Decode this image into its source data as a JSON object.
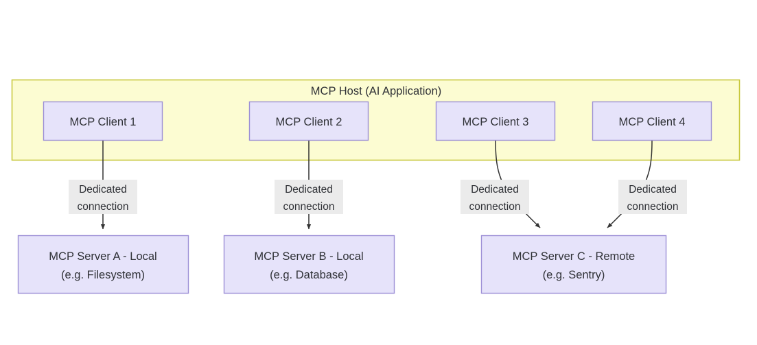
{
  "diagram": {
    "background": "#ffffff",
    "title": "MCP Host (AI Application)",
    "colors": {
      "host_fill": "#fcfcd2",
      "host_stroke": "#c9c93f",
      "node_fill": "#e6e3fa",
      "node_stroke": "#9c8fd6",
      "label_fill": "#ebebeb",
      "edge_stroke": "#333333",
      "text": "#2f3136"
    },
    "host": {
      "label": "MCP Host (AI Application)",
      "clients": [
        {
          "id": "client-1",
          "label": "MCP Client 1"
        },
        {
          "id": "client-2",
          "label": "MCP Client 2"
        },
        {
          "id": "client-3",
          "label": "MCP Client 3"
        },
        {
          "id": "client-4",
          "label": "MCP Client 4"
        }
      ]
    },
    "servers": [
      {
        "id": "server-a",
        "line1": "MCP Server A - Local",
        "line2": "(e.g. Filesystem)"
      },
      {
        "id": "server-b",
        "line1": "MCP Server B - Local",
        "line2": "(e.g. Database)"
      },
      {
        "id": "server-c",
        "line1": "MCP Server C - Remote",
        "line2": "(e.g. Sentry)"
      }
    ],
    "connections": [
      {
        "id": "conn-1",
        "from": "MCP Client 1",
        "to": "MCP Server A - Local",
        "line1": "Dedicated",
        "line2": "connection"
      },
      {
        "id": "conn-2",
        "from": "MCP Client 2",
        "to": "MCP Server B - Local",
        "line1": "Dedicated",
        "line2": "connection"
      },
      {
        "id": "conn-3",
        "from": "MCP Client 3",
        "to": "MCP Server C - Remote",
        "line1": "Dedicated",
        "line2": "connection"
      },
      {
        "id": "conn-4",
        "from": "MCP Client 4",
        "to": "MCP Server C - Remote",
        "line1": "Dedicated",
        "line2": "connection"
      }
    ]
  }
}
